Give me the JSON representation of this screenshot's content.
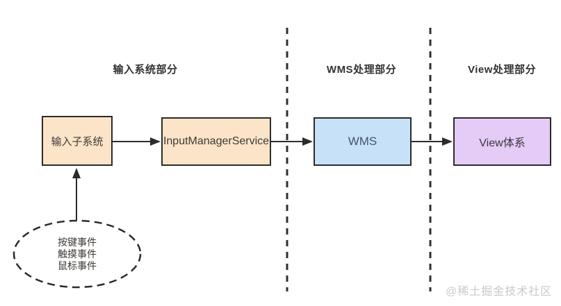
{
  "diagram": {
    "watermark": "@稀土掘金技术社区",
    "colors": {
      "background": "#ffffff",
      "line": "#2b2b2b",
      "node_border": "#2b2b2b",
      "peach_fill": "#fbe4c7",
      "blue_fill": "#c7e2f8",
      "purple_fill": "#e4ccf6",
      "header_text": "#333333",
      "watermark_gray": "#c9c9c9"
    }
  },
  "sections": {
    "input": {
      "label": "输入系统部分"
    },
    "wms": {
      "label": "WMS处理部分"
    },
    "view": {
      "label": "View处理部分"
    }
  },
  "nodes": {
    "input_subsystem": {
      "label": "输入子系统",
      "fill": "#fbe4c7"
    },
    "input_manager_service": {
      "label": "InputManagerService",
      "fill": "#fbe4c7"
    },
    "wms": {
      "label": "WMS",
      "fill": "#c7e2f8"
    },
    "view_system": {
      "label": "View体系",
      "fill": "#e4ccf6"
    }
  },
  "event_source": {
    "lines": [
      "按键事件",
      "触摸事件",
      "鼠标事件"
    ]
  },
  "edges": [
    {
      "from": "输入子系统",
      "to": "InputManagerService"
    },
    {
      "from": "InputManagerService",
      "to": "WMS"
    },
    {
      "from": "WMS",
      "to": "View体系"
    },
    {
      "from": "按键事件/触摸事件/鼠标事件",
      "to": "输入子系统"
    }
  ]
}
